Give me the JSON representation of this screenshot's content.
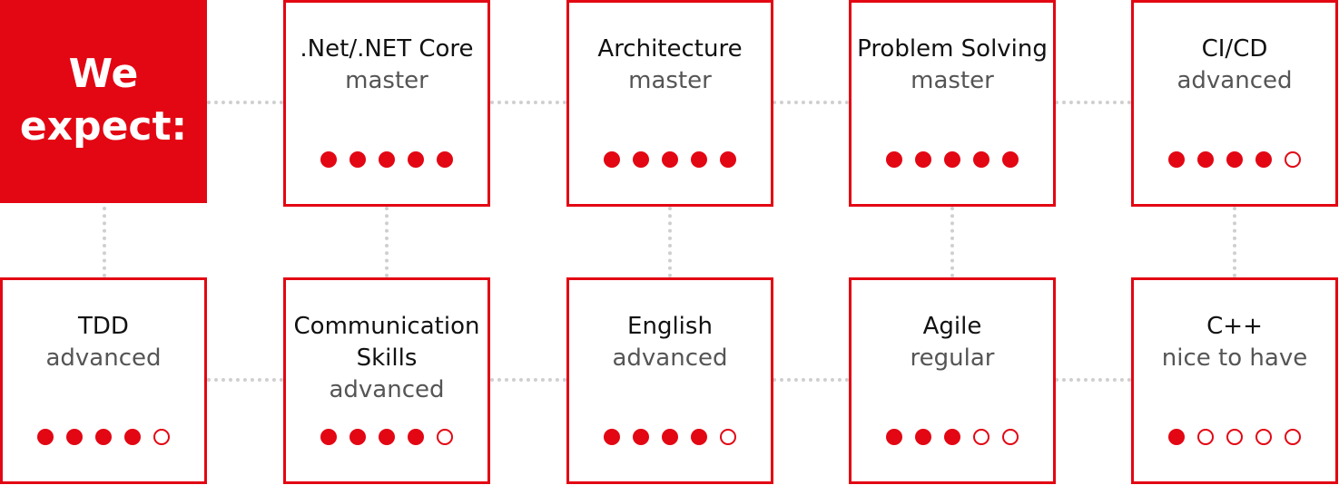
{
  "hero": {
    "line1": "We",
    "line2": "expect:"
  },
  "row1": [
    {
      "title_lines": [
        ".Net/.NET Core"
      ],
      "level": "master",
      "rating": 5
    },
    {
      "title_lines": [
        "Architecture"
      ],
      "level": "master",
      "rating": 5
    },
    {
      "title_lines": [
        "Problem Solving"
      ],
      "level": "master",
      "rating": 5
    },
    {
      "title_lines": [
        "CI/CD"
      ],
      "level": "advanced",
      "rating": 4
    }
  ],
  "row2": [
    {
      "title_lines": [
        "TDD"
      ],
      "level": "advanced",
      "rating": 4
    },
    {
      "title_lines": [
        "Communication",
        "Skills"
      ],
      "level": "advanced",
      "rating": 4
    },
    {
      "title_lines": [
        "English"
      ],
      "level": "advanced",
      "rating": 4
    },
    {
      "title_lines": [
        "Agile"
      ],
      "level": "regular",
      "rating": 3
    },
    {
      "title_lines": [
        "C++"
      ],
      "level": "nice to have",
      "rating": 1
    }
  ],
  "rating_max": 5,
  "colors": {
    "accent": "#e30613",
    "connector": "#cfcfcf",
    "text": "#111111",
    "level_text": "#555555"
  }
}
